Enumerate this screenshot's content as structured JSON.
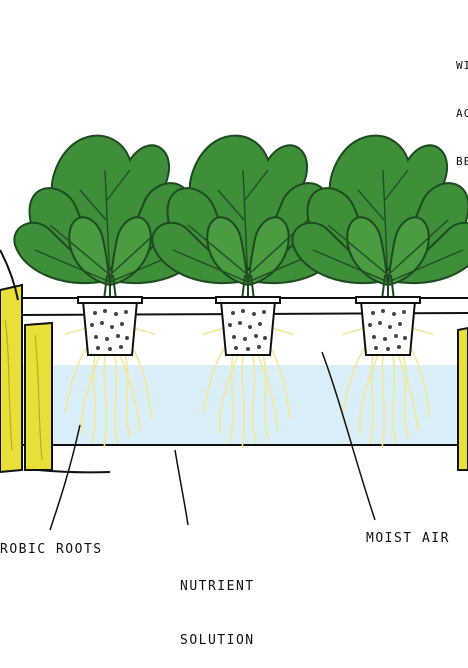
{
  "labels": {
    "corner_note": [
      "WI",
      "AC",
      "BE"
    ],
    "roots": "ROBIC ROOTS",
    "nutrient": [
      "NUTRIENT",
      "SOLUTION"
    ],
    "moist_air": "MOIST AIR"
  },
  "colors": {
    "leaf": "#3f8f3a",
    "leaf_dark": "#1d4a1f",
    "vein": "#1f4f22",
    "water": "#d9eef6",
    "wood": "#e8df39",
    "wood_dark": "#b9ad1e",
    "root": "#f2e79a",
    "pot": "#ffffff",
    "pebble": "#444444",
    "outline": "#111111"
  },
  "icons": [
    "plant-icon",
    "net-pot-icon",
    "wood-support-icon"
  ]
}
